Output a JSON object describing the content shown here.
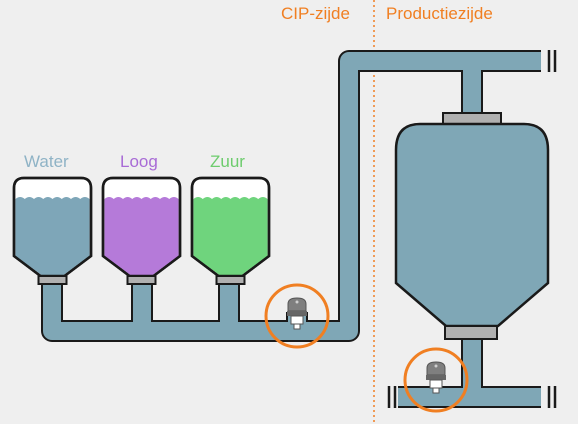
{
  "zones": {
    "cip": "CIP-zijde",
    "production": "Productiezijde"
  },
  "tanks": [
    {
      "label": "Water",
      "label_color": "#8fb3c6",
      "liquid_color": "#7ea6b8"
    },
    {
      "label": "Loog",
      "label_color": "#a86bd6",
      "liquid_color": "#b57ad9"
    },
    {
      "label": "Zuur",
      "label_color": "#6dcc6d",
      "liquid_color": "#6fd47d"
    }
  ],
  "colors": {
    "background": "#efefef",
    "pipe": "#7fa7b6",
    "outline": "#1a1a1a",
    "accent": "#f07f22",
    "flange": "#b0b0b0",
    "sensor": "#7f7f7f"
  },
  "icons": [
    "sensor-icon",
    "pipe-end-icon"
  ]
}
